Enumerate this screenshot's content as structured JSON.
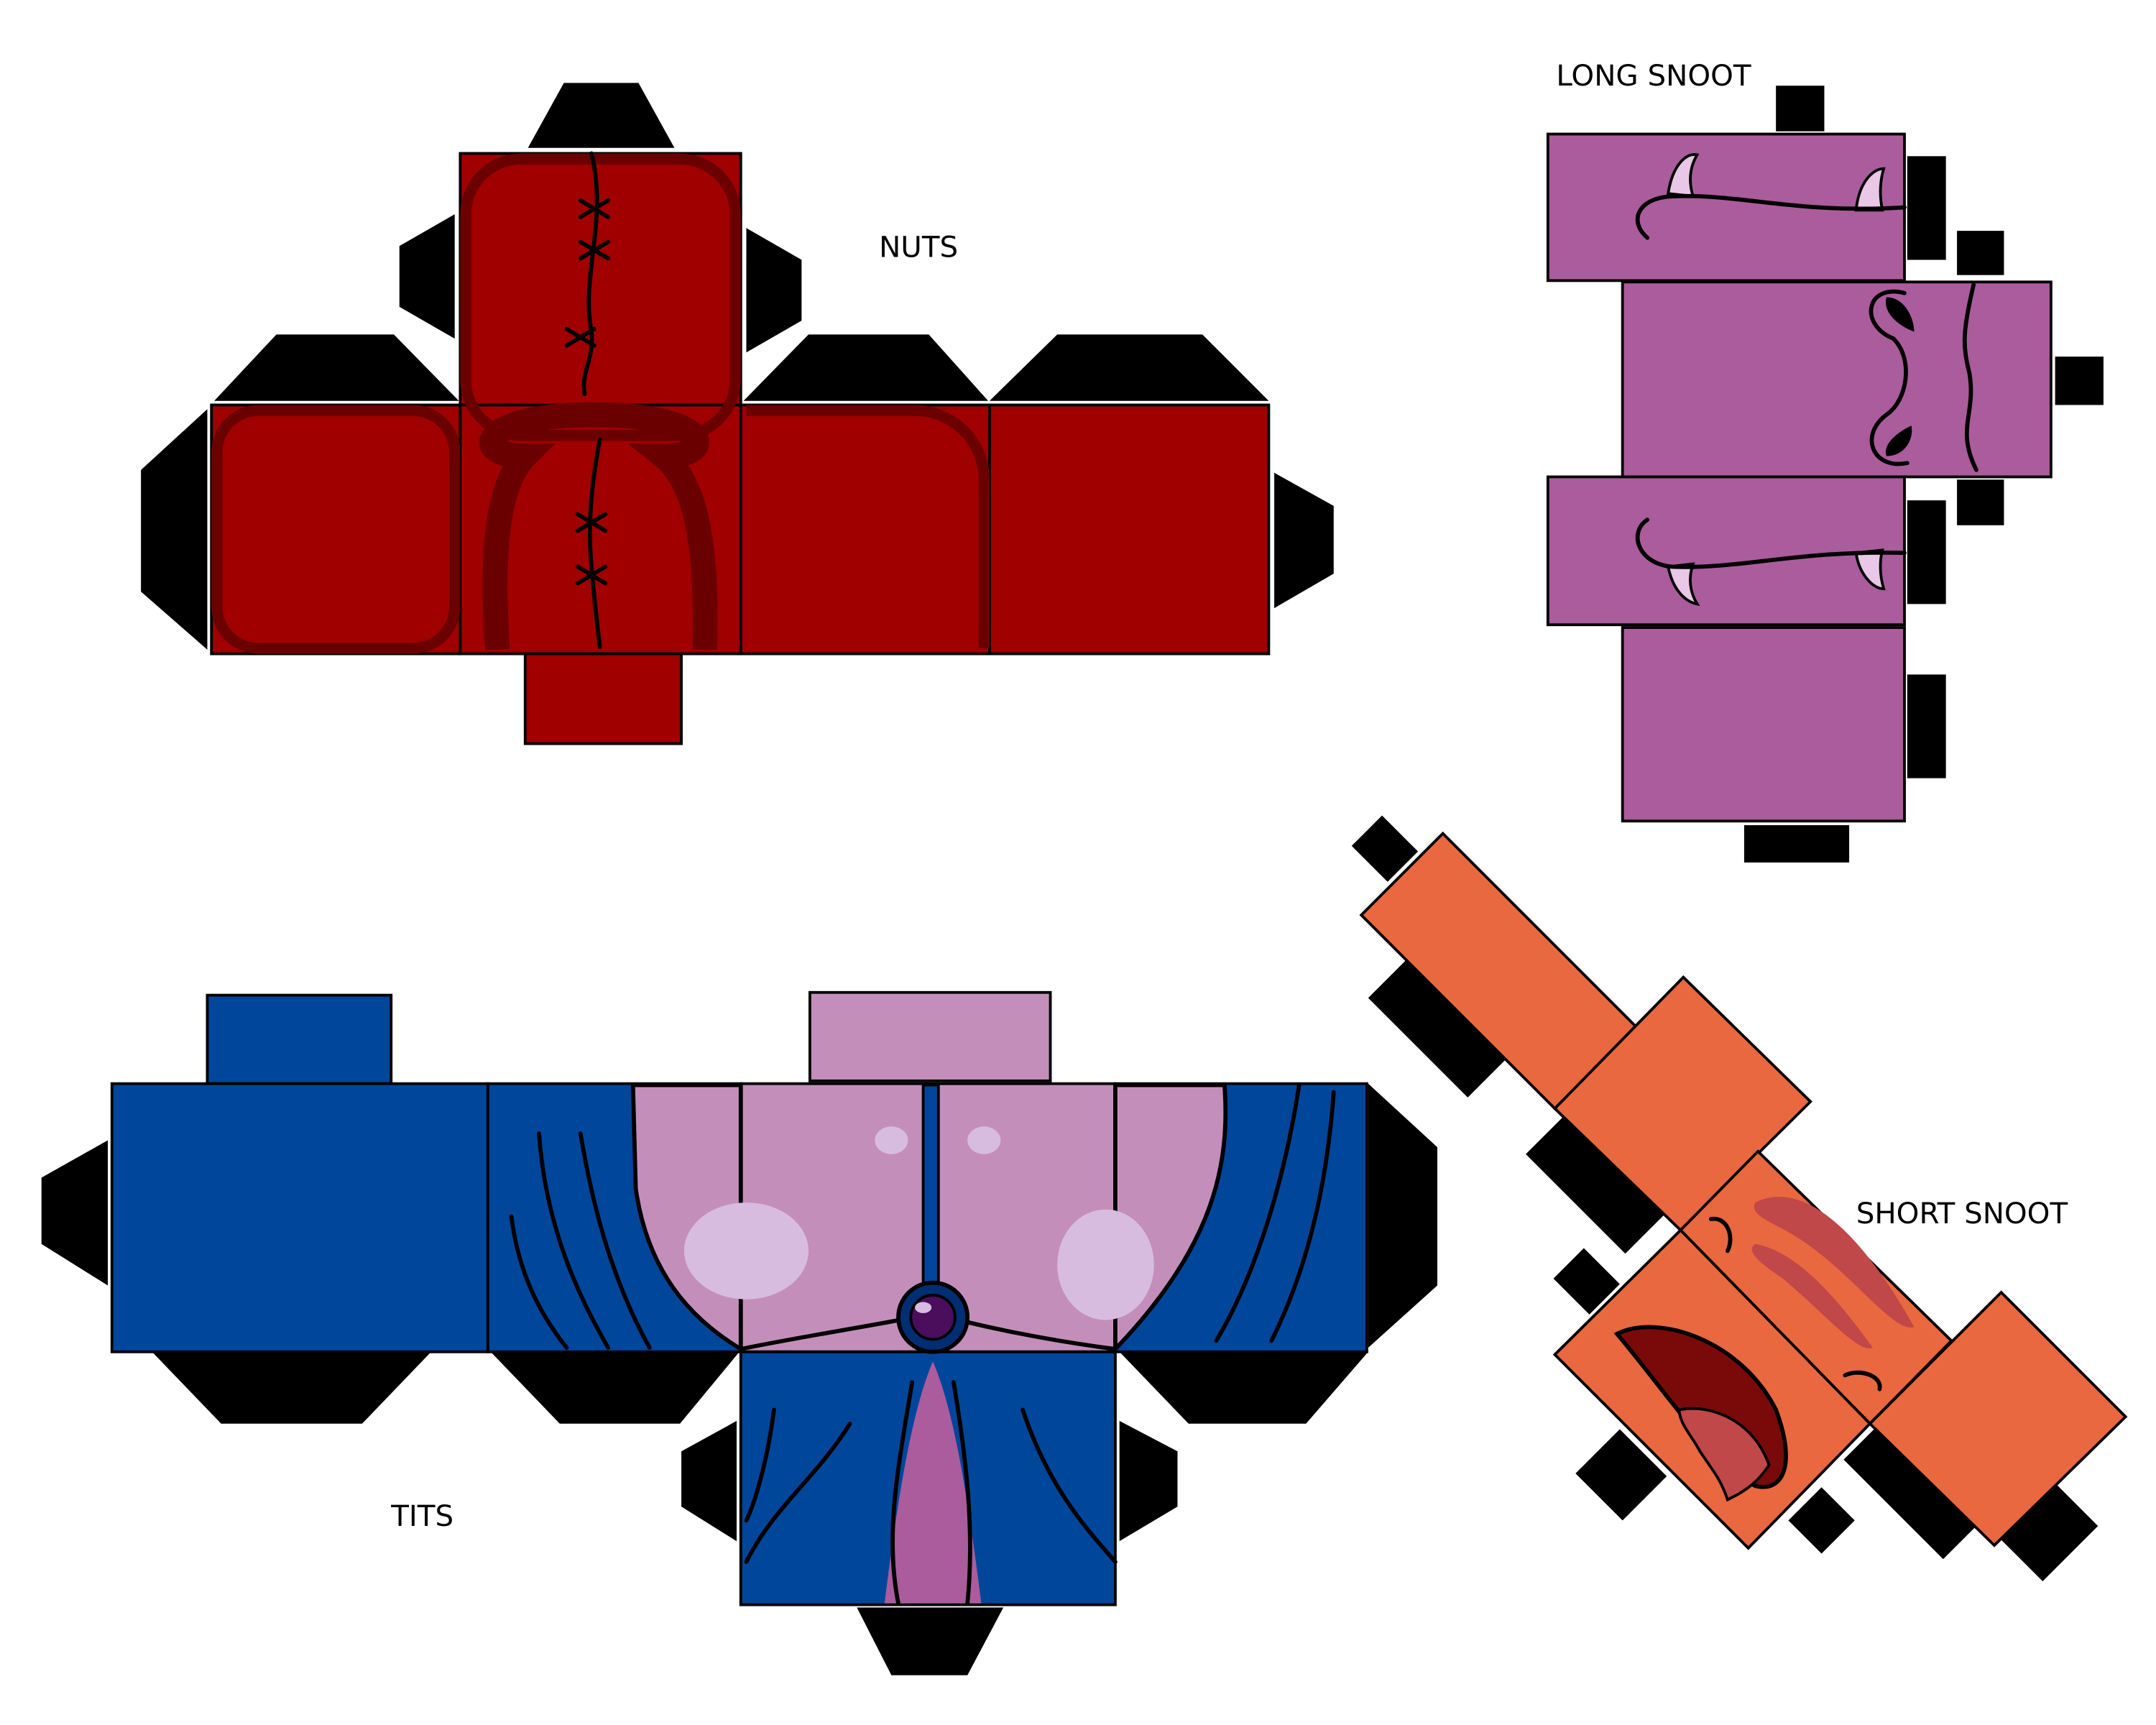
{
  "labels": {
    "nuts": "NUTS",
    "long_snoot": "LONG SNOOT",
    "short_snoot": "SHORT SNOOT",
    "tits": "TITS"
  },
  "colors": {
    "nuts_red": "#A00000",
    "nuts_dark": "#6B0000",
    "snoot_purple": "#AB5C9C",
    "tits_blue": "#00469B",
    "tits_dark_blue": "#002E72",
    "tits_pink": "#C48EBB",
    "tits_light": "#D7BCE0",
    "short_snoot_orange": "#E9683F",
    "mouth_dark": "#7A0A0A",
    "tab_black": "#000000"
  }
}
